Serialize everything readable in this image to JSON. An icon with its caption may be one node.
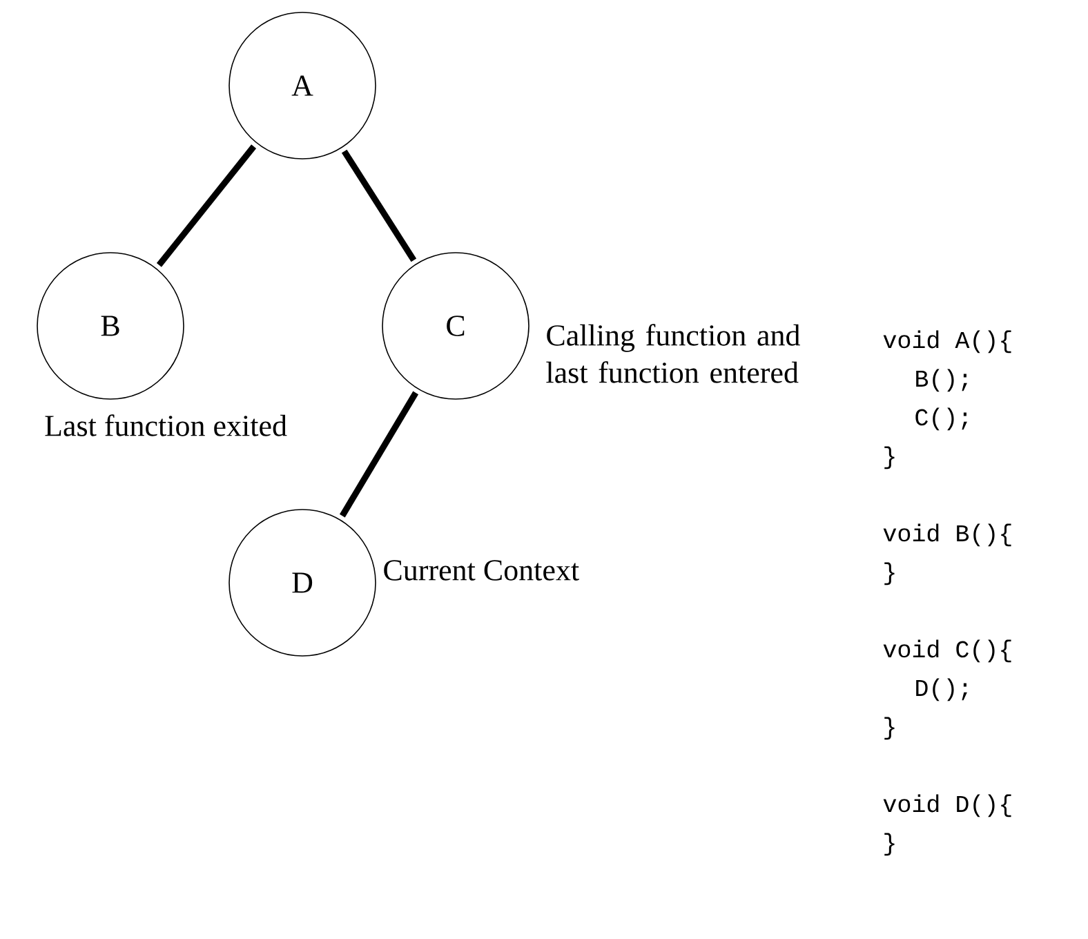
{
  "diagram": {
    "nodes": [
      {
        "text": [
          "A"
        ]
      },
      {
        "text": [
          "B"
        ],
        "beside": [
          "Last function exited"
        ]
      },
      {
        "text": [
          "C"
        ],
        "beside": [
          "Calling function and last function entered"
        ]
      },
      {
        "text": [
          "D"
        ],
        "beside": [
          "Current Context"
        ]
      }
    ],
    "edges": [
      {
        "from": 0,
        "to": 1,
        "arrow": "none"
      },
      {
        "from": 0,
        "to": 2,
        "arrow": "none"
      },
      {
        "from": 2,
        "to": 3,
        "arrow": "none"
      }
    ],
    "labels": [
      "void A(){",
      "B();",
      "C();",
      "}",
      "void B(){",
      "}",
      "void C(){",
      "D();",
      "}",
      "void D(){",
      "}"
    ]
  }
}
